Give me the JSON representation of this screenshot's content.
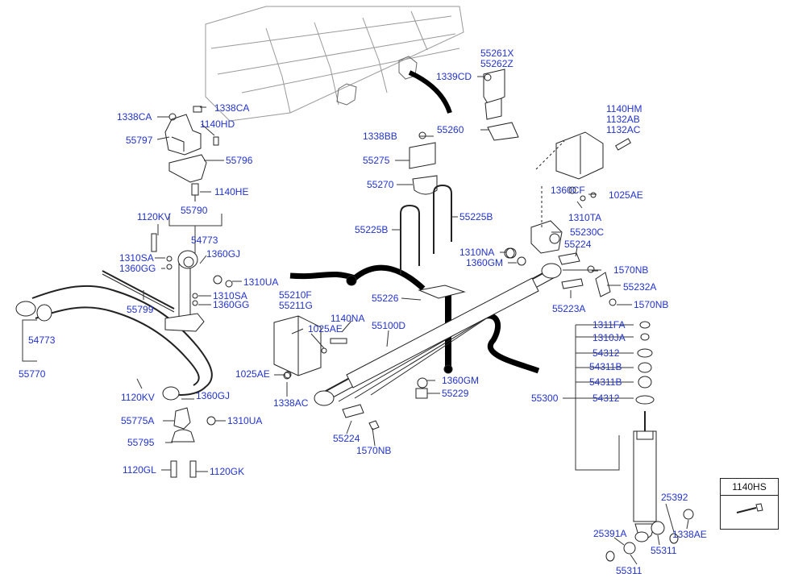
{
  "diagram": {
    "kind": "exploded parts diagram - rear leaf spring suspension",
    "label_color": "#2233cc",
    "line_color": "#222222",
    "callouts": [
      {
        "id": "c1",
        "text": "1338CA"
      },
      {
        "id": "c2",
        "text": "1338CA"
      },
      {
        "id": "c3",
        "text": "1140HD"
      },
      {
        "id": "c4",
        "text": "55797"
      },
      {
        "id": "c5",
        "text": "55796"
      },
      {
        "id": "c6",
        "text": "1140HE"
      },
      {
        "id": "c7",
        "text": "1120KV"
      },
      {
        "id": "c8",
        "text": "55790"
      },
      {
        "id": "c9",
        "text": "54773"
      },
      {
        "id": "c10",
        "text": "1310SA"
      },
      {
        "id": "c11",
        "text": "1360GG"
      },
      {
        "id": "c12",
        "text": "1360GJ"
      },
      {
        "id": "c13",
        "text": "1310UA"
      },
      {
        "id": "c14",
        "text": "1310SA"
      },
      {
        "id": "c15",
        "text": "1360GG"
      },
      {
        "id": "c16",
        "text": "55799"
      },
      {
        "id": "c17",
        "text": "54773"
      },
      {
        "id": "c18",
        "text": "55770"
      },
      {
        "id": "c19",
        "text": "1120KV"
      },
      {
        "id": "c20",
        "text": "1360GJ"
      },
      {
        "id": "c21",
        "text": "55775A"
      },
      {
        "id": "c22",
        "text": "1310UA"
      },
      {
        "id": "c23",
        "text": "55795"
      },
      {
        "id": "c24",
        "text": "1120GL"
      },
      {
        "id": "c25",
        "text": "1120GK"
      },
      {
        "id": "c26",
        "text": "55261X"
      },
      {
        "id": "c27",
        "text": "55262Z"
      },
      {
        "id": "c28",
        "text": "1339CD"
      },
      {
        "id": "c29",
        "text": "1338BB"
      },
      {
        "id": "c30",
        "text": "55260"
      },
      {
        "id": "c31",
        "text": "55275"
      },
      {
        "id": "c32",
        "text": "55270"
      },
      {
        "id": "c33",
        "text": "55225B"
      },
      {
        "id": "c34",
        "text": "55225B"
      },
      {
        "id": "c35",
        "text": "1310NA"
      },
      {
        "id": "c36",
        "text": "1360GM"
      },
      {
        "id": "c37",
        "text": "55226"
      },
      {
        "id": "c38",
        "text": "55210F"
      },
      {
        "id": "c39",
        "text": "55211G"
      },
      {
        "id": "c40",
        "text": "1140NA"
      },
      {
        "id": "c41",
        "text": "1025AE"
      },
      {
        "id": "c42",
        "text": "55100D"
      },
      {
        "id": "c43",
        "text": "1025AE"
      },
      {
        "id": "c44",
        "text": "1338AC"
      },
      {
        "id": "c45",
        "text": "1360GM"
      },
      {
        "id": "c46",
        "text": "55229"
      },
      {
        "id": "c47",
        "text": "55224"
      },
      {
        "id": "c48",
        "text": "1570NB"
      },
      {
        "id": "c49",
        "text": "1140HM"
      },
      {
        "id": "c50",
        "text": "1132AB"
      },
      {
        "id": "c51",
        "text": "1132AC"
      },
      {
        "id": "c52",
        "text": "1360CF"
      },
      {
        "id": "c53",
        "text": "1025AE"
      },
      {
        "id": "c54",
        "text": "1310TA"
      },
      {
        "id": "c55",
        "text": "55230C"
      },
      {
        "id": "c56",
        "text": "55224"
      },
      {
        "id": "c57",
        "text": "1570NB"
      },
      {
        "id": "c58",
        "text": "55232A"
      },
      {
        "id": "c59",
        "text": "55223A"
      },
      {
        "id": "c60",
        "text": "1570NB"
      },
      {
        "id": "c61",
        "text": "1311FA"
      },
      {
        "id": "c62",
        "text": "1310JA"
      },
      {
        "id": "c63",
        "text": "54312"
      },
      {
        "id": "c64",
        "text": "54311B"
      },
      {
        "id": "c65",
        "text": "54311B"
      },
      {
        "id": "c66",
        "text": "55300"
      },
      {
        "id": "c67",
        "text": "54312"
      },
      {
        "id": "c68",
        "text": "25392"
      },
      {
        "id": "c69",
        "text": "1338AE"
      },
      {
        "id": "c70",
        "text": "25391A"
      },
      {
        "id": "c71",
        "text": "55311"
      },
      {
        "id": "c72",
        "text": "55311"
      }
    ],
    "legend": {
      "title": "1140HS",
      "icon": "bolt-icon"
    }
  }
}
